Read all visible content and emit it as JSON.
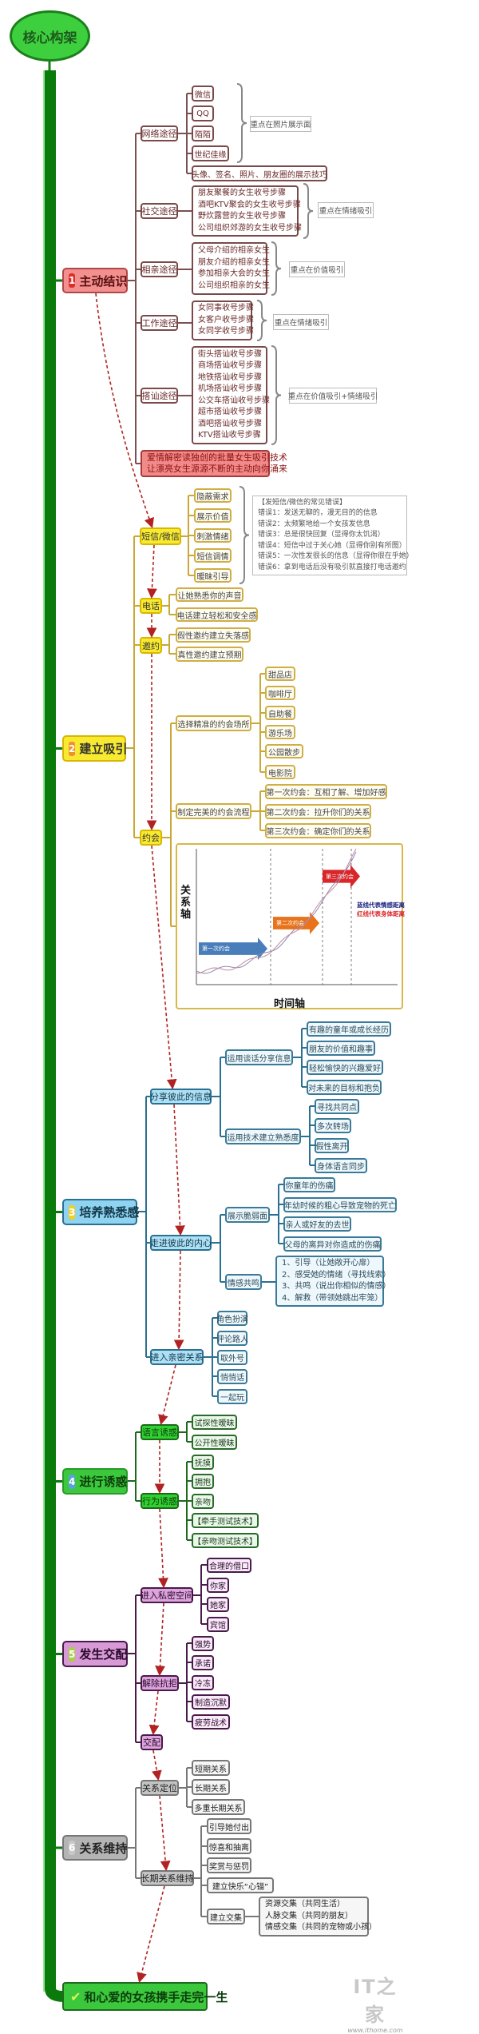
{
  "root": "核心构架",
  "s1": {
    "num": "1",
    "title": "主动结识",
    "network": {
      "label": "网络途径",
      "items": [
        "微信",
        "QQ",
        "陌陌",
        "世纪佳缘"
      ],
      "extra": "头像、签名、照片、朋友圈的展示技巧",
      "note": "重点在照片展示面"
    },
    "social": {
      "label": "社交途径",
      "items": [
        "朋友聚餐的女生收号步骤",
        "酒吧KTV聚会的女生收号步骤",
        "野炊露营的女生收号步骤",
        "公司组织郊游的女生收号步骤"
      ],
      "note": "重点在情绪吸引"
    },
    "blind": {
      "label": "相亲途径",
      "items": [
        "父母介绍的相亲女生",
        "朋友介绍的相亲女生",
        "参加相亲大会的女生",
        "公司组织相亲的女生"
      ],
      "note": "重点在价值吸引"
    },
    "work": {
      "label": "工作途径",
      "items": [
        "女同事收号步骤",
        "女客户收号步骤",
        "女同学收号步骤"
      ],
      "note": "重点在情绪吸引"
    },
    "pickup": {
      "label": "搭讪途径",
      "items": [
        "街头搭讪收号步骤",
        "商场搭讪收号步骤",
        "地铁搭讪收号步骤",
        "机场搭讪收号步骤",
        "公交车搭讪收号步骤",
        "超市搭讪收号步骤",
        "酒吧搭讪收号步骤",
        "KTV搭讪收号步骤"
      ],
      "note": "重点在价值吸引+情绪吸引"
    },
    "highlight": [
      "爱情解密读独创的批量女生吸引技术",
      "让漂亮女生源源不断的主动向你涌来"
    ]
  },
  "s2": {
    "num": "2",
    "title": "建立吸引",
    "sms": {
      "label": "短信/微信",
      "items": [
        "隐蔽需求",
        "展示价值",
        "刺激情绪",
        "短信调情",
        "暧昧引导"
      ],
      "note": [
        "【发短信/微信的常见错误】",
        "错误1：发送无聊的，漫无目的的信息",
        "错误2：太频繁地给一个女孩发信息",
        "错误3：总是很快回复（显得你太饥渴）",
        "错误4：短信中过于关心她（显得你别有所图）",
        "错误5：一次性发很长的信息（显得你很在乎她）",
        "错误6：拿到电话后没有吸引就直接打电话邀约"
      ]
    },
    "phone": {
      "label": "电话",
      "items": [
        "让她熟悉你的声音",
        "电话建立轻松和安全感"
      ]
    },
    "invite": {
      "label": "邀约",
      "items": [
        "假性邀约建立失落感",
        "真性邀约建立预期"
      ]
    },
    "date": {
      "label": "约会",
      "venue": {
        "label": "选择精准的约会场所",
        "items": [
          "甜品店",
          "咖啡厅",
          "自助餐",
          "游乐场",
          "公园散步",
          "电影院"
        ]
      },
      "flow": {
        "label": "制定完美的约会流程",
        "items": [
          "第一次约会：互相了解、增加好感",
          "第二次约会：拉升你们的关系",
          "第三次约会：确定你们的关系"
        ]
      },
      "chart": {
        "y_axis": "关系轴",
        "x_axis": "时间轴",
        "stages": [
          "第一次约会",
          "第二次约会",
          "第三次约会"
        ],
        "legend": [
          "蓝线代表情感距离",
          "红线代表身体距离"
        ],
        "stage_colors": [
          "#4a7ebb",
          "#e8731a",
          "#d9262a"
        ],
        "legend_colors": [
          "#1a237e",
          "#d9262a"
        ]
      }
    }
  },
  "s3": {
    "num": "3",
    "title": "培养熟悉感",
    "share": {
      "label": "分享彼此的信息",
      "talk": {
        "label": "运用谈话分享信息",
        "items": [
          "有趣的童年或成长经历",
          "朋友的价值和趣事",
          "轻松愉快的兴趣爱好",
          "对未来的目标和抱负"
        ]
      },
      "tech": {
        "label": "运用技术建立熟悉度",
        "items": [
          "寻找共同点",
          "多次转场",
          "假性离开",
          "身体语言同步"
        ]
      }
    },
    "heart": {
      "label": "走进彼此的内心",
      "vuln": {
        "label": "展示脆弱面",
        "items": [
          "你童年的伤痛",
          "年幼时候的粗心导致宠物的死亡",
          "亲人或好友的去世",
          "父母的离异对你造成的伤痛"
        ]
      },
      "resonance": {
        "label": "情感共鸣",
        "items": [
          "1、引导（让她敞开心扉）",
          "2、感受她的情绪（寻找线索）",
          "3、共鸣（说出你相似的情感）",
          "4、解救（带领她跳出牢笼）"
        ]
      }
    },
    "intimate": {
      "label": "进入亲密关系",
      "items": [
        "角色扮演",
        "评论路人",
        "取外号",
        "悄悄话",
        "一起玩"
      ]
    }
  },
  "s4": {
    "num": "4",
    "title": "进行诱惑",
    "verbal": {
      "label": "语言诱惑",
      "items": [
        "试探性暧昧",
        "公开性暧昧"
      ]
    },
    "physical": {
      "label": "行为诱惑",
      "items": [
        "抚摸",
        "拥抱",
        "亲吻",
        "【牵手测试技术】",
        "【亲吻测试技术】"
      ]
    }
  },
  "s5": {
    "num": "5",
    "title": "发生交配",
    "private": {
      "label": "进入私密空间",
      "items": [
        "合理的借口",
        "你家",
        "她家",
        "宾馆"
      ]
    },
    "resist": {
      "label": "解除抗拒",
      "items": [
        "强势",
        "承诺",
        "冷冻",
        "制造沉默",
        "疲劳战术"
      ]
    },
    "sex": {
      "label": "交配"
    }
  },
  "s6": {
    "num": "6",
    "title": "关系维持",
    "position": {
      "label": "关系定位",
      "items": [
        "短期关系",
        "长期关系",
        "多重长期关系"
      ]
    },
    "longterm": {
      "label": "长期关系维持",
      "items": [
        "引导她付出",
        "惊喜和抽离",
        "奖赏与惩罚",
        "建立快乐“心锚”"
      ],
      "intersect": {
        "label": "建立交集",
        "items": [
          "资源交集（共同生活）",
          "人脉交集（共同的朋友）",
          "情感交集（共同的宠物或小孩）"
        ]
      }
    }
  },
  "final": "和心爱的女孩携手走完一生",
  "watermark": {
    "logo": "IT之家",
    "url": "www.ithome.com"
  },
  "colors": {
    "trunk": "#0a7a0a",
    "flow_arrow": "#b22222",
    "badges": [
      "#d9302a",
      "#f09030",
      "#f0d020",
      "#5aa0e0",
      "#a8d040",
      "#c8c8c8"
    ]
  }
}
